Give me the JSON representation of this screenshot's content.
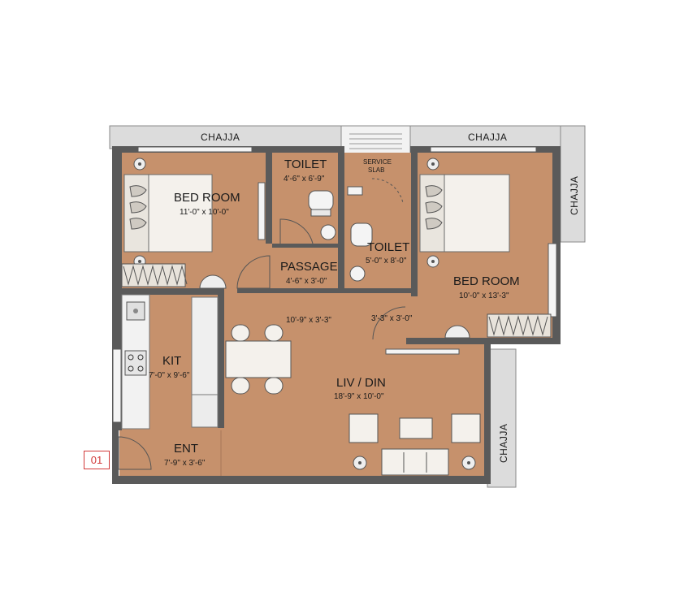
{
  "colors": {
    "floor": "#c6916c",
    "wall": "#5a5a5a",
    "chajja": "#dcdcdc",
    "bed_linen": "#f4f1ec",
    "unit_tag": "#d23a3a"
  },
  "unit_tag": "01",
  "chajja_labels": {
    "top_left": "CHAJJA",
    "top_right": "CHAJJA",
    "right_upper": "CHAJJA",
    "right_lower": "CHAJJA"
  },
  "rooms": {
    "bedroom1": {
      "name": "BED ROOM",
      "dim": "11'-0\" x 10'-0\""
    },
    "toilet1": {
      "name": "TOILET",
      "dim": "4'-6\" x 6'-9\""
    },
    "service": {
      "line1": "SERVICE",
      "line2": "SLAB"
    },
    "toilet2": {
      "name": "TOILET",
      "dim": "5'-0\" x 8'-0\""
    },
    "bedroom2": {
      "name": "BED ROOM",
      "dim": "10'-0\" x 13'-3\""
    },
    "passage": {
      "name": "PASSAGE",
      "dim": "4'-6\" x 3'-0\""
    },
    "passage_lower": {
      "dim": "10'-9\" x 3'-3\""
    },
    "lobby": {
      "dim": "3'-3\" x 3'-0\""
    },
    "kitchen": {
      "name": "KIT",
      "dim": "7'-0\" x 9'-6\""
    },
    "living": {
      "name": "LIV / DIN",
      "dim": "18'-9\" x 10'-0\""
    },
    "entrance": {
      "name": "ENT",
      "dim": "7'-9\" x 3'-6\""
    }
  }
}
